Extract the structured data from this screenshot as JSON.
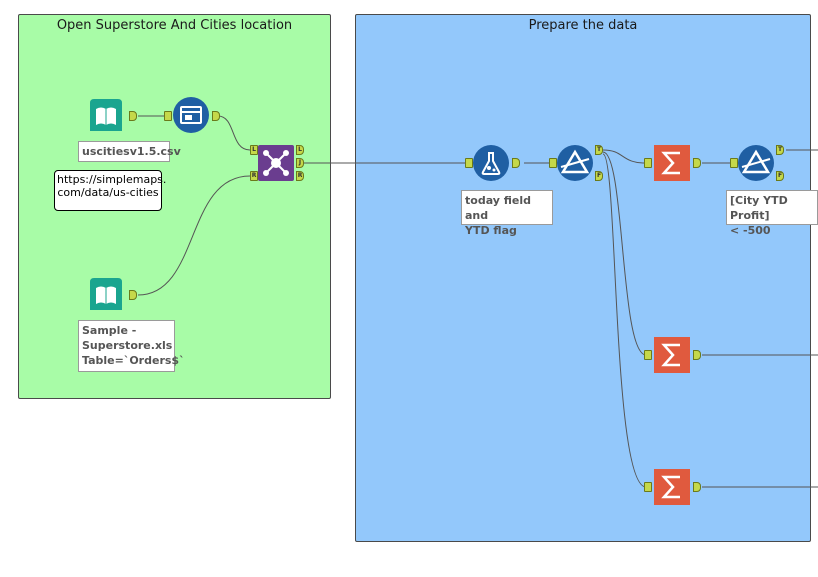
{
  "containers": [
    {
      "title": "Open Superstore And Cities location"
    },
    {
      "title": "Prepare the data"
    }
  ],
  "annotations": {
    "uscities": "uscitiesv1.5.csv",
    "superstore_line1": "Sample -",
    "superstore_line2": "Superstore.xls",
    "superstore_line3": "Table=`Orders$`",
    "formula_line1": "today field and",
    "formula_line2": "YTD flag",
    "filter_line1": "[City YTD Profit]",
    "filter_line2": "< -500"
  },
  "comment": {
    "line1": "https://simplemaps.",
    "line2": "com/data/us-cities"
  },
  "anchors": {
    "left": "L",
    "join": "J",
    "right": "R",
    "true": "T",
    "false": "F"
  },
  "tools": [
    {
      "name": "input-data-tool",
      "icon": "book-icon",
      "color": "#1aa58f"
    },
    {
      "name": "select-tool",
      "icon": "select-icon",
      "color": "#1f5fa3"
    },
    {
      "name": "join-tool",
      "icon": "join-icon",
      "color": "#6a3d8f"
    },
    {
      "name": "formula-tool",
      "icon": "flask-icon",
      "color": "#1f5fa3"
    },
    {
      "name": "filter-tool",
      "icon": "filter-icon",
      "color": "#1f5fa3"
    },
    {
      "name": "summarize-tool",
      "icon": "sigma-icon",
      "color": "#e05a3e"
    }
  ]
}
